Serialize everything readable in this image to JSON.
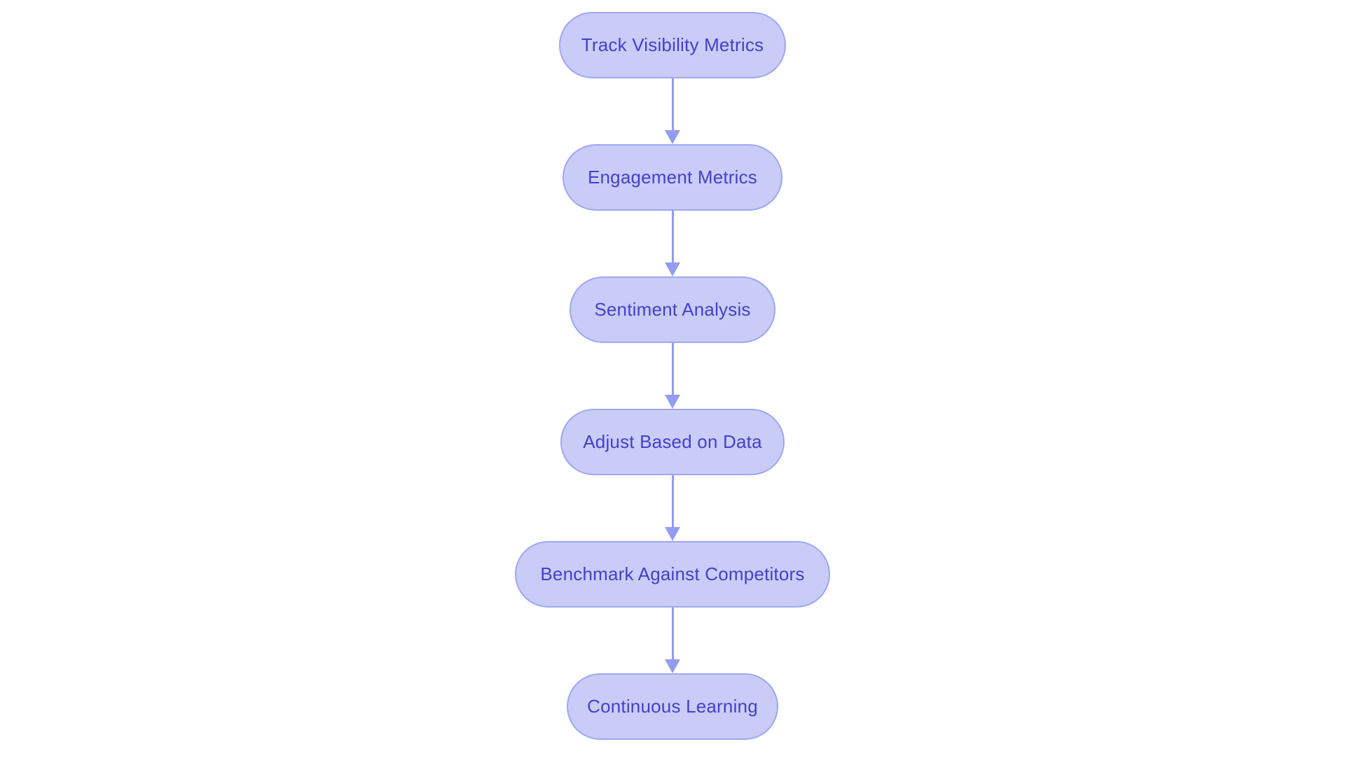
{
  "diagram": {
    "type": "flowchart",
    "direction": "top-down",
    "background": "#ffffff",
    "colors": {
      "node_fill": "#c9ccf7",
      "node_border": "#a0a7f1",
      "node_text": "#4540c9",
      "arrow": "#939cf0"
    },
    "nodes": [
      {
        "id": "track-visibility-metrics",
        "label": "Track Visibility Metrics"
      },
      {
        "id": "engagement-metrics",
        "label": "Engagement Metrics"
      },
      {
        "id": "sentiment-analysis",
        "label": "Sentiment Analysis"
      },
      {
        "id": "adjust-based-on-data",
        "label": "Adjust Based on Data"
      },
      {
        "id": "benchmark-against-competitors",
        "label": "Benchmark Against Competitors"
      },
      {
        "id": "continuous-learning",
        "label": "Continuous Learning"
      }
    ],
    "edges": [
      {
        "from": "track-visibility-metrics",
        "to": "engagement-metrics"
      },
      {
        "from": "engagement-metrics",
        "to": "sentiment-analysis"
      },
      {
        "from": "sentiment-analysis",
        "to": "adjust-based-on-data"
      },
      {
        "from": "adjust-based-on-data",
        "to": "benchmark-against-competitors"
      },
      {
        "from": "benchmark-against-competitors",
        "to": "continuous-learning"
      }
    ]
  }
}
